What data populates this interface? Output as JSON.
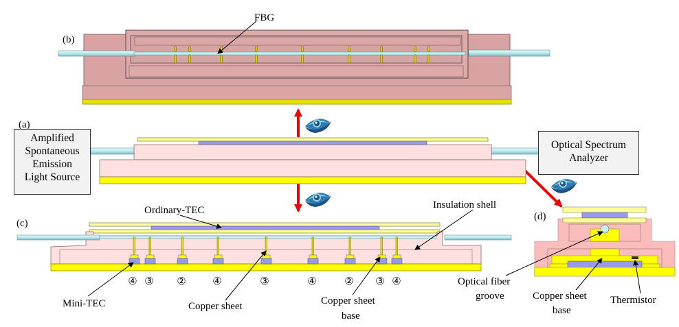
{
  "panels": {
    "a": "(a)",
    "b": "(b)",
    "c": "(c)",
    "d": "(d)"
  },
  "boxes": {
    "source": [
      "Amplified",
      "Spontaneous",
      "Emission",
      "Light Source"
    ],
    "analyzer": [
      "Optical Spectrum",
      "Analyzer"
    ]
  },
  "labels": {
    "fbg": "FBG",
    "ordinary_tec": "Ordinary-TEC",
    "insulation_shell": "Insulation shell",
    "mini_tec": "Mini-TEC",
    "copper_sheet": "Copper sheet",
    "copper_sheet_base_c": [
      "Copper sheet",
      "base"
    ],
    "optical_fiber_groove": [
      "Optical fiber",
      "groove"
    ],
    "copper_sheet_base_d": [
      "Copper sheet",
      "base"
    ],
    "thermistor": "Thermistor"
  },
  "mini_tec_markers": [
    "④",
    "③",
    "②",
    "④",
    "③",
    "④",
    "②",
    "③",
    "④"
  ],
  "icons": {
    "view_up": "eye-icon",
    "view_down": "eye-icon",
    "view_side": "eye-icon"
  },
  "colors": {
    "shell": "#fde0df",
    "shell_dark": "#d9a3a3",
    "copper_base": "#ffff00",
    "tec": "#9999ee",
    "plate": "#ffff99",
    "fiber": "#c8f0f4",
    "arrow": "#ee0000",
    "eye": "#2e6fa8"
  }
}
